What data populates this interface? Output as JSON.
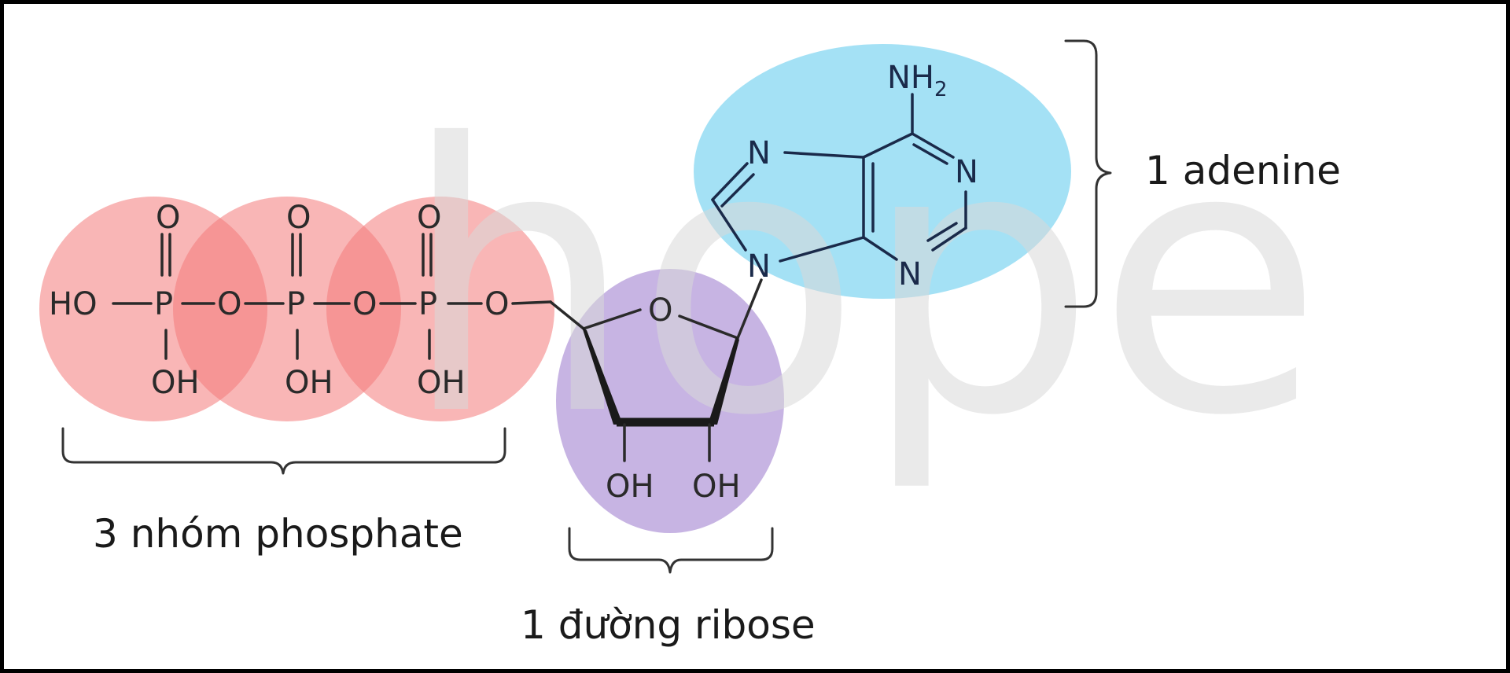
{
  "diagram": {
    "watermark": "hope",
    "labels": {
      "phosphate_group": "3 nhóm phosphate",
      "ribose": "1 đường ribose",
      "adenine": "1 adenine"
    },
    "atoms": {
      "ho": "HO",
      "p": "P",
      "o": "O",
      "oh": "OH",
      "n": "N",
      "nh": "NH",
      "nh_sub": "2"
    },
    "colors": {
      "phosphate": "#f47a7a",
      "ribose": "#b49bd9",
      "adenine": "#8ddaf2",
      "frame": "#000000"
    }
  }
}
